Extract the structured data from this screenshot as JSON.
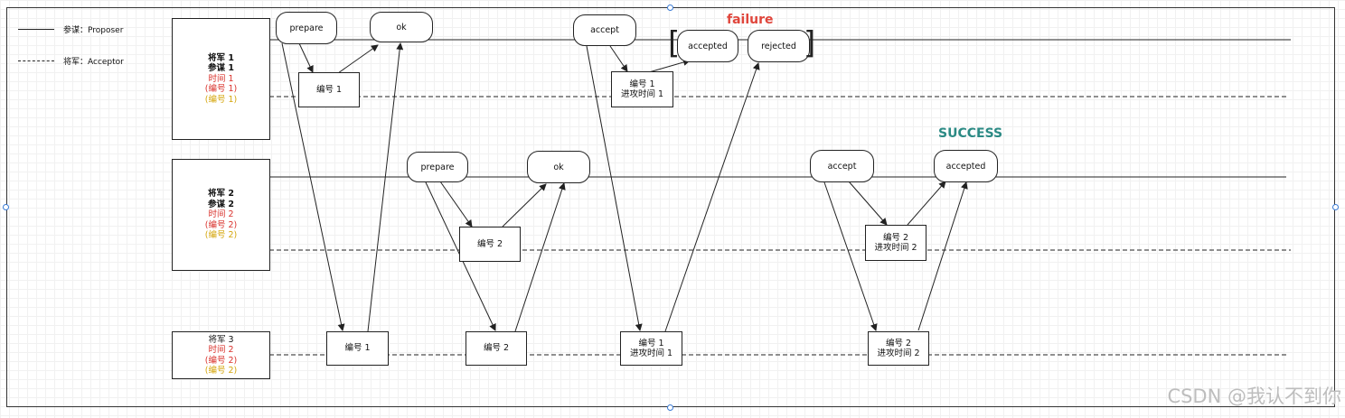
{
  "legend": {
    "proposer": "参谋：Proposer",
    "acceptor": "将军：Acceptor"
  },
  "generals": [
    {
      "lines": [
        {
          "text": "将军 1",
          "color": "black"
        },
        {
          "text": "参谋 1",
          "color": "black"
        },
        {
          "text": "时间 1",
          "color": "red"
        },
        {
          "text": "(编号 1)",
          "color": "red"
        },
        {
          "text": "(编号 1)",
          "color": "gold"
        }
      ]
    },
    {
      "lines": [
        {
          "text": "将军 2",
          "color": "black"
        },
        {
          "text": "参谋 2",
          "color": "black"
        },
        {
          "text": "时间 2",
          "color": "red"
        },
        {
          "text": "(编号 2)",
          "color": "red"
        },
        {
          "text": "(编号 2)",
          "color": "gold"
        }
      ]
    },
    {
      "lines": [
        {
          "text": "将军 3",
          "color": "black"
        },
        {
          "text": "时间 2",
          "color": "red"
        },
        {
          "text": "(编号 2)",
          "color": "red"
        },
        {
          "text": "(编号 2)",
          "color": "gold"
        }
      ]
    }
  ],
  "messages": {
    "prepare_1": "prepare",
    "ok_1": "ok",
    "accept_1": "accept",
    "accepted_1": "accepted",
    "rejected_1": "rejected",
    "prepare_2": "prepare",
    "ok_2": "ok",
    "accept_2": "accept",
    "accepted_2": "accepted"
  },
  "proposals": {
    "g1_p1": "编号 1",
    "g1_a1": [
      "编号 1",
      "进攻时间 1"
    ],
    "g2_p2": "编号 2",
    "g2_a2": [
      "编号 2",
      "进攻时间 2"
    ],
    "g3_p1": "编号 1",
    "g3_p2": "编号 2",
    "g3_a1": [
      "编号 1",
      "进攻时间 1"
    ],
    "g3_a2": [
      "编号 2",
      "进攻时间 2"
    ]
  },
  "labels": {
    "failure": "failure",
    "success": "SUCCESS"
  },
  "colors": {
    "failure": "#e0463c",
    "success": "#2b8a84",
    "red_text": "#d9312b",
    "gold_text": "#d4a50a"
  },
  "watermark": "CSDN @我认不到你"
}
